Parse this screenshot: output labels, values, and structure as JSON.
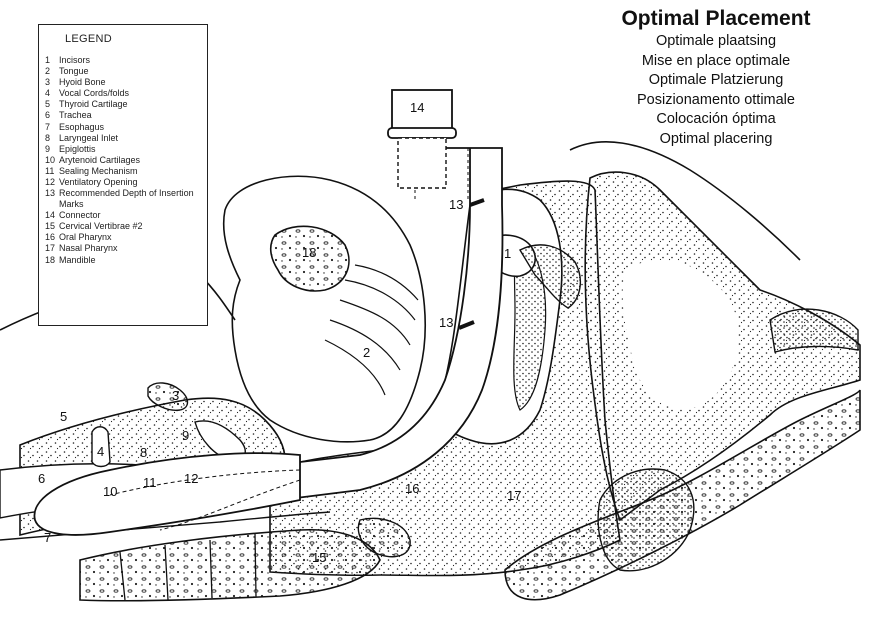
{
  "legend": {
    "title": "LEGEND",
    "items": [
      {
        "num": "1",
        "label": "Incisors"
      },
      {
        "num": "2",
        "label": "Tongue"
      },
      {
        "num": "3",
        "label": "Hyoid Bone"
      },
      {
        "num": "4",
        "label": "Vocal Cords/folds"
      },
      {
        "num": "5",
        "label": "Thyroid Cartilage"
      },
      {
        "num": "6",
        "label": "Trachea"
      },
      {
        "num": "7",
        "label": "Esophagus"
      },
      {
        "num": "8",
        "label": "Laryngeal Inlet"
      },
      {
        "num": "9",
        "label": "Epiglottis"
      },
      {
        "num": "10",
        "label": "Arytenoid Cartilages"
      },
      {
        "num": "11",
        "label": "Sealing Mechanism"
      },
      {
        "num": "12",
        "label": "Ventilatory Opening"
      },
      {
        "num": "13",
        "label": "Recommended Depth of Insertion Marks"
      },
      {
        "num": "14",
        "label": "Connector"
      },
      {
        "num": "15",
        "label": "Cervical Vertibrae #2"
      },
      {
        "num": "16",
        "label": "Oral Pharynx"
      },
      {
        "num": "17",
        "label": "Nasal Pharynx"
      },
      {
        "num": "18",
        "label": "Mandible"
      }
    ]
  },
  "titles": {
    "main": "Optimal Placement",
    "translations": [
      "Optimale plaatsing",
      "Mise en place optimale",
      "Optimale Platzierung",
      "Posizionamento ottimale",
      "Colocación óptima",
      "Optimal placering"
    ]
  },
  "labels": {
    "connector": "14",
    "depth_mark_upper": "13",
    "depth_mark_lower": "13",
    "mandible": "18",
    "incisors": "1",
    "tongue": "2",
    "hyoid": "3",
    "thyroid": "5",
    "vocal_cords": "4",
    "trachea": "6",
    "laryngeal_inlet": "8",
    "epiglottis": "9",
    "arytenoid": "10",
    "sealing": "11",
    "ventilatory": "12",
    "esophagus": "7",
    "oral_pharynx": "16",
    "nasal_pharynx": "17",
    "vertebrae": "15"
  },
  "colors": {
    "ink": "#111111",
    "background": "#ffffff"
  }
}
